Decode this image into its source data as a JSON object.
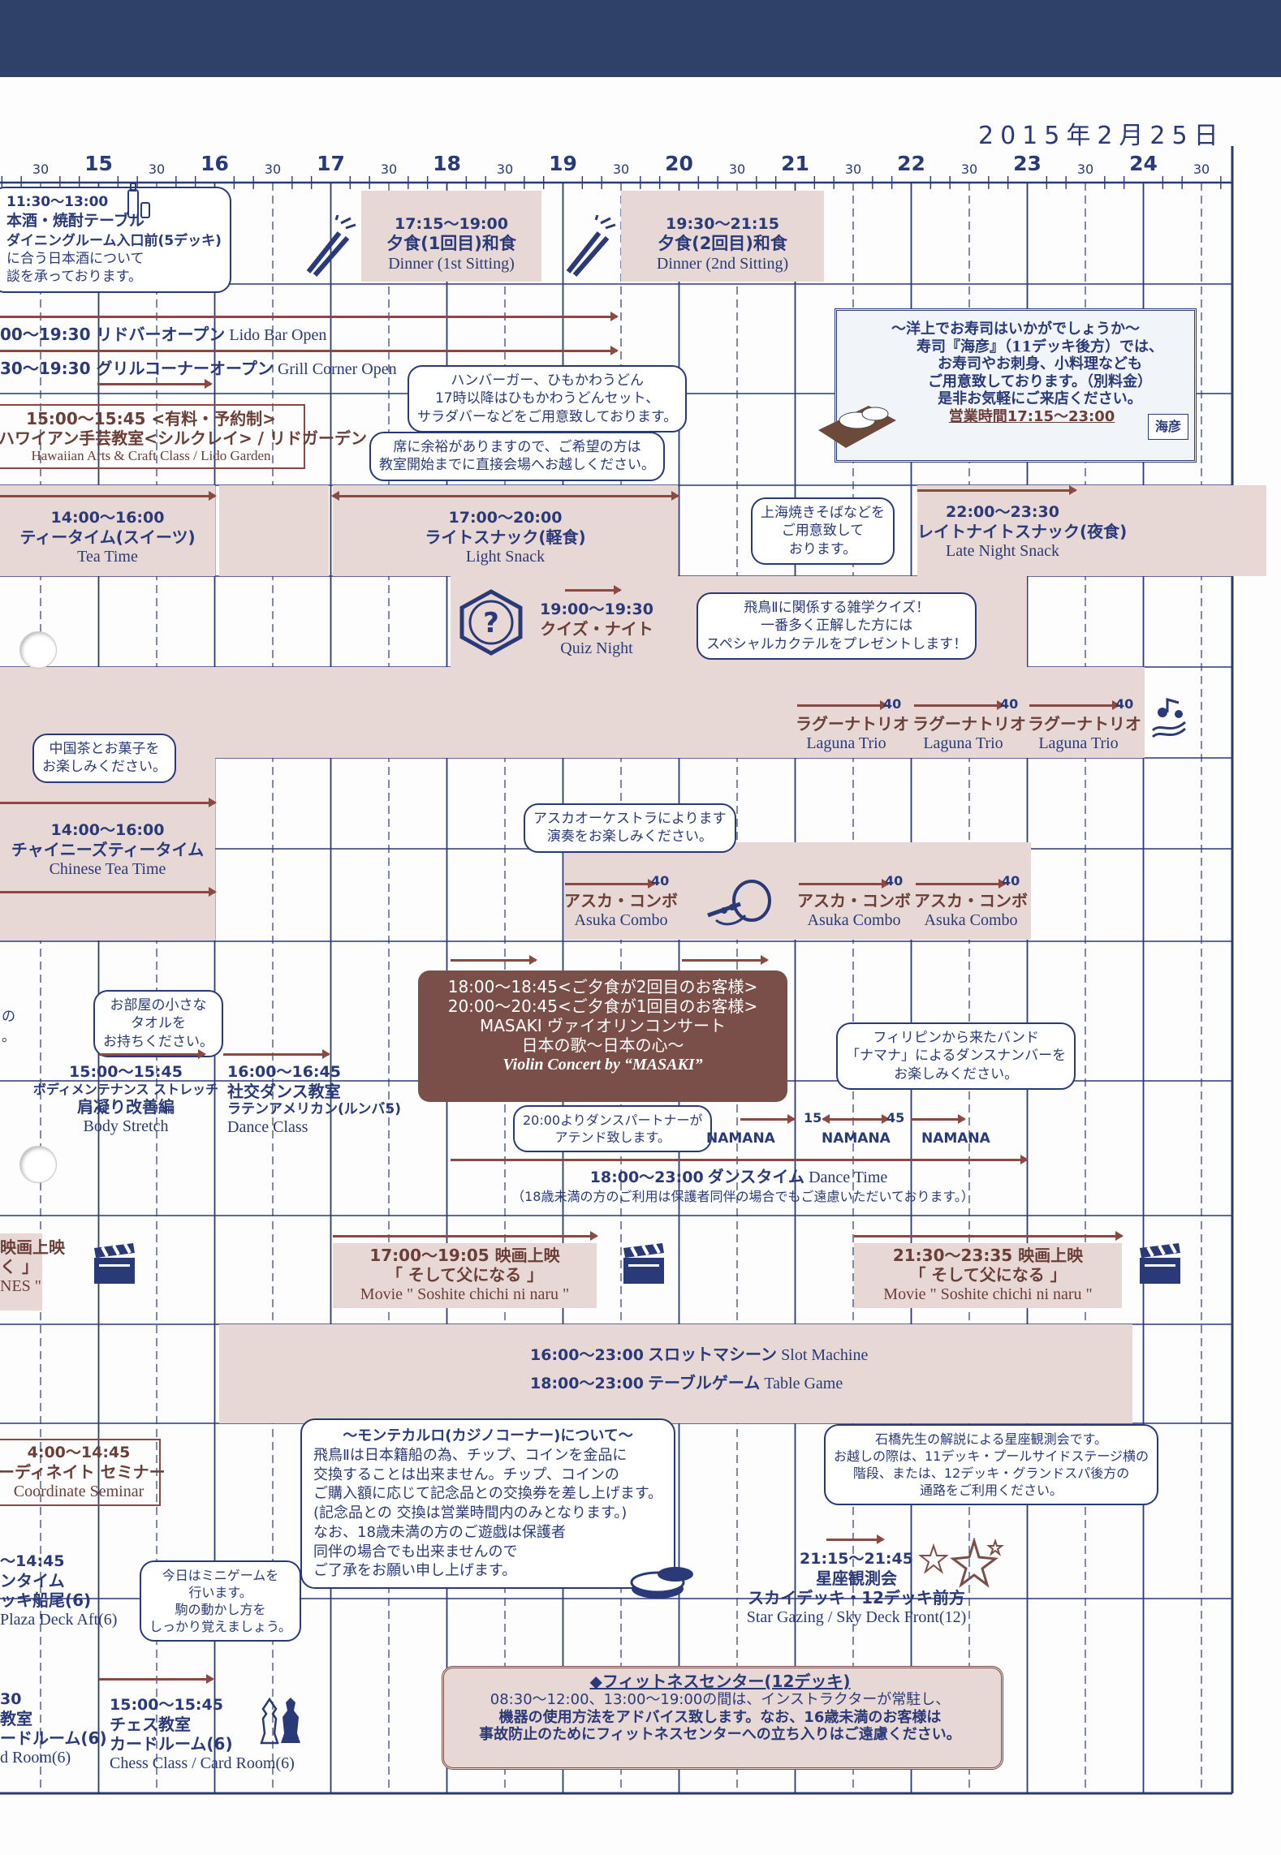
{
  "date": "2015年2月25日",
  "timeline": {
    "labels": [
      "30",
      "15",
      "30",
      "16",
      "30",
      "17",
      "30",
      "18",
      "30",
      "19",
      "30",
      "20",
      "30",
      "21",
      "30",
      "22",
      "30",
      "23",
      "30",
      "24",
      "30"
    ]
  },
  "colors": {
    "ink": "#2a3a78",
    "band": "#e7d8d6",
    "brown": "#7b4f49",
    "topbar": "#2f4168"
  },
  "events": {
    "sake": {
      "time": "11:30～13:00",
      "l1": "本酒・焼酎テーブル",
      "l2": "ダイニングルーム入口前(5デッキ)",
      "l3": "に合う日本酒について",
      "l4": "談を承っております。"
    },
    "dinner1": {
      "time": "17:15～19:00",
      "ja": "夕食(1回目)和食",
      "en": "Dinner (1st Sitting)"
    },
    "dinner2": {
      "time": "19:30～21:15",
      "ja": "夕食(2回目)和食",
      "en": "Dinner (2nd Sitting)"
    },
    "lido_bar": {
      "text": "00～19:30 リドバーオープン",
      "en": "Lido Bar Open"
    },
    "grill": {
      "text": "30～19:30 グリルコーナーオープン",
      "en": "Grill Corner Open"
    },
    "hamburger": {
      "l1": "ハンバーガー、ひもかわうどん",
      "l2": "17時以降はひもかわうどんセット、",
      "l3": "サラダバーなどをご用意致しております。"
    },
    "hawaiian": {
      "time": "15:00～15:45 <有料・予約制>",
      "ja": "ハワイアン手芸教室<シルクレイ> / リドガーデン",
      "en": "Hawaiian Arts & Craft Class / Lido Garden"
    },
    "seats": {
      "l1": "席に余裕がありますので、ご希望の方は",
      "l2": "教室開始までに直接会場へお越しください。"
    },
    "sushi": {
      "l1": "～洋上でお寿司はいかがでしょうか～",
      "l2": "寿司『海彦』（11デッキ後方）では、",
      "l3": "お寿司やお刺身、小料理なども",
      "l4": "ご用意致しております。（別料金）",
      "l5": "是非お気軽にご来店ください。",
      "hours": "営業時間17:15～23:00",
      "logo": "海彦"
    },
    "tea": {
      "time": "14:00～16:00",
      "ja": "ティータイム(スイーツ)",
      "en": "Tea Time"
    },
    "light_snack": {
      "time": "17:00～20:00",
      "ja": "ライトスナック(軽食)",
      "en": "Light Snack"
    },
    "shanghai": {
      "l1": "上海焼きそばなどを",
      "l2": "ご用意致して",
      "l3": "おります。"
    },
    "late_snack": {
      "time": "22:00～23:30",
      "ja": "レイトナイトスナック(夜食)",
      "en": "Late Night Snack"
    },
    "quiz": {
      "time": "19:00～19:30",
      "ja": "クイズ・ナイト",
      "en": "Quiz Night"
    },
    "quiz_note": {
      "l1": "飛鳥Ⅱに関係する雑学クイズ！",
      "l2": "一番多く正解した方には",
      "l3": "スペシャルカクテルをプレゼントします！"
    },
    "laguna": [
      {
        "num": "40",
        "ja": "ラグーナトリオ",
        "en": "Laguna Trio"
      },
      {
        "num": "40",
        "ja": "ラグーナトリオ",
        "en": "Laguna Trio"
      },
      {
        "num": "40",
        "ja": "ラグーナトリオ",
        "en": "Laguna Trio"
      }
    ],
    "chinese_note": {
      "l1": "中国茶とお菓子を",
      "l2": "お楽しみください。"
    },
    "chinese_tea": {
      "time": "14:00～16:00",
      "ja": "チャイニーズティータイム",
      "en": "Chinese Tea Time"
    },
    "orchestra_note": {
      "l1": "アスカオーケストラによります",
      "l2": "演奏をお楽しみください。"
    },
    "asuka": [
      {
        "num": "40",
        "ja": "アスカ・コンボ",
        "en": "Asuka Combo"
      },
      {
        "num": "40",
        "ja": "アスカ・コンボ",
        "en": "Asuka Combo"
      },
      {
        "num": "40",
        "ja": "アスカ・コンボ",
        "en": "Asuka Combo"
      }
    ],
    "concert": {
      "l1": "18:00～18:45<ご夕食が2回目のお客様>",
      "l2": "20:00～20:45<ご夕食が1回目のお客様>",
      "l3": "MASAKI ヴァイオリンコンサート",
      "l4": "日本の歌～日本の心～",
      "en": "Violin Concert by “MASAKI”"
    },
    "towel_note": {
      "l1": "お部屋の小さな",
      "l2": "タオルを",
      "l3": "お持ちください。"
    },
    "stretch": {
      "time": "15:00～15:45",
      "ja1": "ボディメンテナンス ストレッチ",
      "ja2": "肩凝り改善編",
      "en": "Body Stretch"
    },
    "social_dance": {
      "time": "16:00～16:45",
      "ja1": "社交ダンス教室",
      "ja2": "ラテンアメリカン(ルンバ5)",
      "en": "Dance Class"
    },
    "partner_note": {
      "l1": "20:00よりダンスパートナーが",
      "l2": "アテンド致します。"
    },
    "band_note": {
      "l1": "フィリピンから来たバンド",
      "l2": "「ナマナ」によるダンスナンバーを",
      "l3": "お楽しみください。"
    },
    "namana": [
      "NAMANA",
      "NAMANA",
      "NAMANA"
    ],
    "namana_marks": [
      "15",
      "45"
    ],
    "dance_time": {
      "time": "18:00～23:00",
      "ja": "ダンスタイム",
      "en": "Dance Time",
      "note": "（18歳未満の方のご利用は保護者同伴の場合でもご遠慮いただいております。）"
    },
    "movie_left": {
      "l1": "映画上映",
      "l2": "く 」",
      "l3": "NES \""
    },
    "movie1": {
      "title": "17:00～19:05  映画上映",
      "ja": "「 そして父になる 」",
      "en": "Movie \" Soshite chichi ni naru \""
    },
    "movie2": {
      "title": "21:30～23:35  映画上映",
      "ja": "「 そして父になる 」",
      "en": "Movie \" Soshite chichi ni naru \""
    },
    "slot": {
      "time": "16:00～23:00",
      "ja": "スロットマシーン",
      "en": "Slot Machine"
    },
    "table_game": {
      "time": "18:00～23:00",
      "ja": "テーブルゲーム",
      "en": "Table Game"
    },
    "casino_note": {
      "title": "～モンテカルロ(カジノコーナー)について～",
      "l1": "飛鳥Ⅱは日本籍船の為、チップ、コインを金品に",
      "l2": "交換することは出来ません。チップ、コインの",
      "l3": "ご購入額に応じて記念品との交換券を差し上げます。",
      "l4": "(記念品との 交換は営業時間内のみとなります。)",
      "l5": "なお、18歳未満の方のご遊戯は保護者",
      "l6": "同伴の場合でも出来ませんので",
      "l7": "ご了承をお願い申し上げます。"
    },
    "coordinate": {
      "time": "4:00～14:45",
      "ja": "ーディネイト セミナー",
      "en": "Coordinate Seminar"
    },
    "star_note": {
      "l1": "石橋先生の解説による星座観測会です。",
      "l2": "お越しの際は、11デッキ・プールサイドステージ横の",
      "l3": "階段、または、12デッキ・グランドスパ後方の",
      "l4": "通路をご利用ください。"
    },
    "shuffle": {
      "time": "～14:45",
      "ja1": "ンタイム",
      "ja2": "ッキ船尾(6)",
      "en": "Plaza Deck Aft(6)"
    },
    "minigame_note": {
      "l1": "今日はミニゲームを",
      "l2": "行います。",
      "l3": "駒の動かし方を",
      "l4": "しっかり覚えましょう。"
    },
    "star": {
      "time": "21:15～21:45",
      "ja1": "星座観測会",
      "ja2": "スカイデッキ・12デッキ前方",
      "en": "Star Gazing / Sky Deck Front(12)"
    },
    "left_class": {
      "time": "30",
      "ja1": "教室",
      "ja2": "ードルーム(6)",
      "en": "d Room(6)"
    },
    "chess": {
      "time": "15:00～15:45",
      "ja1": "チェス教室",
      "ja2": "カードルーム(6)",
      "en": "Chess Class / Card Room(6)"
    },
    "fitness": {
      "title": "◆フィットネスセンター(12デッキ)",
      "l1": "08:30～12:00、13:00～19:00の間は、インストラクターが常駐し、",
      "l2": "機器の使用方法をアドバイス致します。なお、16歳未満のお客様は",
      "l3": "事故防止のためにフィットネスセンターへの立ち入りはご遠慮ください。"
    },
    "tiny_left": {
      "a": "の",
      "b": "。"
    }
  }
}
